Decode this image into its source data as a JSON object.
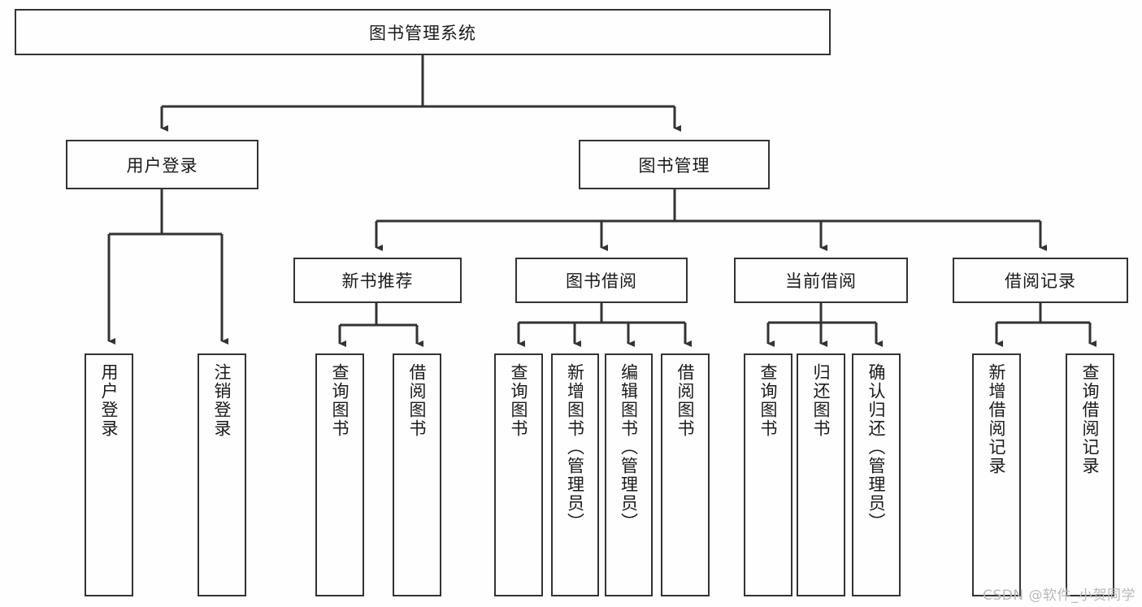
{
  "diagram": {
    "type": "tree-hierarchy",
    "title": "图书管理系统",
    "watermark": "CSDN @软件_小贺同学",
    "colors": {
      "line": "#333333",
      "box_border": "#333333",
      "background": "#fefefe",
      "text": "#1a1a1a",
      "watermark": "#b9b9b9"
    },
    "root": {
      "label": "图书管理系统"
    },
    "level2": [
      {
        "label": "用户登录"
      },
      {
        "label": "图书管理"
      }
    ],
    "level3": [
      {
        "label": "新书推荐"
      },
      {
        "label": "图书借阅"
      },
      {
        "label": "当前借阅"
      },
      {
        "label": "借阅记录"
      }
    ],
    "leaves": {
      "user_login": [
        {
          "label": "用户登录"
        },
        {
          "label": "注销登录"
        }
      ],
      "new_book_recommend": [
        {
          "label": "查询图书"
        },
        {
          "label": "借阅图书"
        }
      ],
      "book_borrow": [
        {
          "label": "查询图书"
        },
        {
          "label": "新增图书（管理员）"
        },
        {
          "label": "编辑图书（管理员）"
        },
        {
          "label": "借阅图书"
        }
      ],
      "current_borrow": [
        {
          "label": "查询图书"
        },
        {
          "label": "归还图书"
        },
        {
          "label": "确认归还（管理员）"
        }
      ],
      "borrow_record": [
        {
          "label": "新增借阅记录"
        },
        {
          "label": "查询借阅记录"
        }
      ]
    }
  }
}
